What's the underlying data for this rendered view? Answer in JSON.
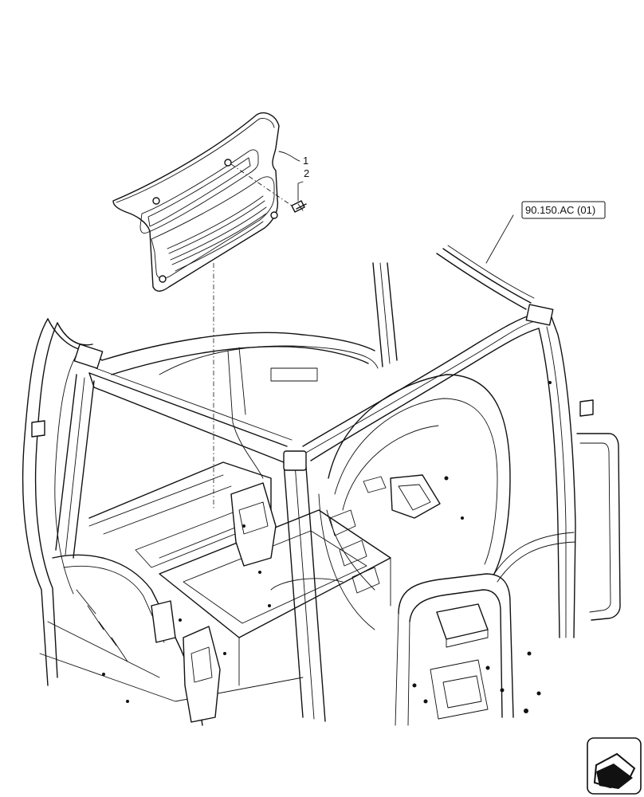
{
  "callouts": [
    {
      "label": "1",
      "part": "cover panel"
    },
    {
      "label": "2",
      "part": "screw"
    }
  ],
  "reference": {
    "label": "90.150.AC (01)"
  },
  "nav_icon": "folder-arrow-icon"
}
